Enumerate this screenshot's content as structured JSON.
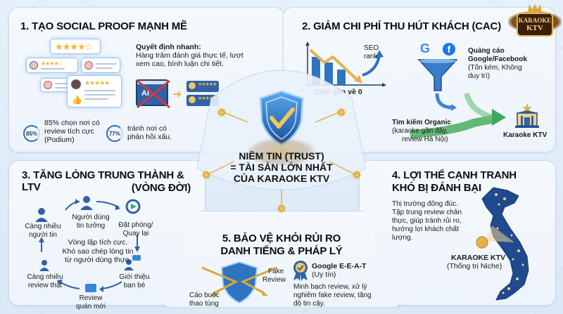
{
  "logo": {
    "line1": "KARAOKE",
    "line2": "KTV"
  },
  "center": {
    "line1": "NIỀM TIN (TRUST)",
    "line2": "= TÀI SẢN LỚN NHẤT",
    "line3": "CỦA KARAOKE KTV"
  },
  "section1": {
    "title": "1. TẠO SOCIAL PROOF MẠNH MẼ",
    "decision_heading": "Quyết định nhanh:",
    "decision_text_line1": "Hàng trăm đánh giá thực tế, lượt",
    "decision_text_line2": "xem cao, bình luận chi tiết.",
    "ad_label": "AI",
    "stats": [
      {
        "value": "85%",
        "line1": "85% chọn nơi có",
        "line2": "review tích cực",
        "line3": "(Podium)"
      },
      {
        "value": "77%",
        "line1": "tránh nơi có",
        "line2": "phản hồi xấu."
      }
    ]
  },
  "section2": {
    "title": "2. GIẢM CHI PHÍ THU HÚT KHÁCH (CAC)",
    "chart_caption": "CAC gần về 0",
    "seo_label_line1": "SEO",
    "seo_label_line2": "rank",
    "ads_heading_line1": "Quảng cáo",
    "ads_heading_line2": "Google/Facebook",
    "ads_note_line1": "(Tốn kém, Không",
    "ads_note_line2": "duy trì)",
    "organic_heading": "Tìm kiếm Organic",
    "organic_note_line1": "(karaoke gần đây,",
    "organic_note_line2": "review Hà Nội)",
    "destination": "Karaoke KTV"
  },
  "section3": {
    "title_line1": "3. TĂNG LÒNG TRUNG THÀNH & LTV",
    "title_line2": "(VÒNG ĐỜI)",
    "cycle": [
      {
        "line1": "Người dùng",
        "line2": "tin tưởng"
      },
      {
        "line1": "Đặt phòng/",
        "line2": "Quay lại"
      },
      {
        "line1": "Giới thiệu",
        "line2": "bạn bè"
      },
      {
        "line1": "Review",
        "line2": "quán mới"
      },
      {
        "line1": "Càng nhiều",
        "line2": "review thật"
      },
      {
        "line1": "Càng nhiều",
        "line2": "người tin"
      }
    ],
    "center_line1": "Vòng lặp tích cực.",
    "center_line2": "Khó sao chép lòng tin",
    "center_line3": "từ người dùng thực."
  },
  "section4": {
    "title_line1": "4. LỢI THẾ CẠNH TRANH",
    "title_line2": "KHÓ BỊ ĐÁNH BẠI",
    "text_line1": "Thị trường đông đúc.",
    "text_line2": "Tập trung review chân",
    "text_line3": "thực, giúp tránh rủi ro,",
    "text_line4": "hướng lợi khách chất",
    "text_line5": "lượng.",
    "map_label": "KARAOKE KTV",
    "map_note": "(Thống trị Niche)"
  },
  "section5": {
    "title_line1": "5. BẢO VỆ KHỎI RỦI RO",
    "title_line2": "DANH TIẾNG & PHÁP LÝ",
    "threat_left_line1": "Cáo buộc",
    "threat_left_line2": "thao túng",
    "threat_right_line1": "Fake",
    "threat_right_line2": "Review",
    "badge_heading": "Google E-E-A-T",
    "badge_note": "(Uy tín)",
    "text_line1": "Minh bạch review, xử lý",
    "text_line2": "nghiêm fake review, tăng",
    "text_line3": "độ tin cậy."
  },
  "colors": {
    "background": "#dde9f6",
    "panel": "#f2f7fc",
    "accent_blue": "#1f5fa8",
    "accent_gold": "#e3b24a",
    "accent_green": "#3ea85a"
  }
}
